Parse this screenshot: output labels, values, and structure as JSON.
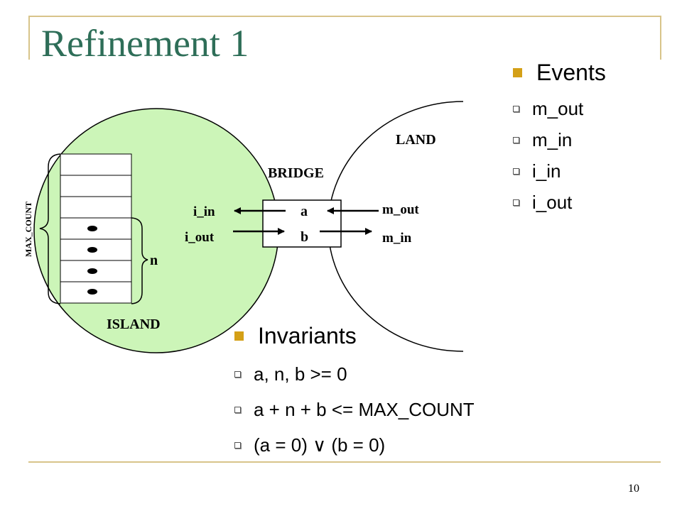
{
  "slide": {
    "title": "Refinement 1",
    "page_number": "10"
  },
  "diagram": {
    "island_label": "ISLAND",
    "land_label": "LAND",
    "bridge_label": "BRIDGE",
    "max_count_label": "MAX_COUNT",
    "n_label": "n",
    "bridge_var_a": "a",
    "bridge_var_b": "b",
    "island_events": [
      "i_in",
      "i_out"
    ],
    "land_events": [
      "m_out",
      "m_in"
    ],
    "island_fill_color": "#ccf5b8",
    "slot_count": 7,
    "filled_slot_count": 4
  },
  "events": {
    "heading": "Events",
    "items": [
      "m_out",
      "m_in",
      "i_in",
      "i_out"
    ]
  },
  "invariants": {
    "heading": "Invariants",
    "items": [
      "a, n, b >= 0",
      "a + n + b <= MAX_COUNT",
      "(a = 0) ∨ (b = 0)"
    ]
  },
  "colors": {
    "title": "#2e6e58",
    "bullet": "#d4a017",
    "frame": "#d8c48a"
  }
}
